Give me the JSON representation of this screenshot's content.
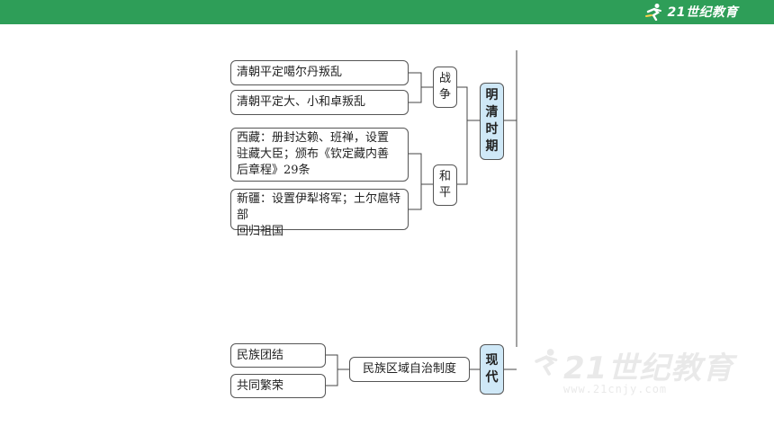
{
  "header": {
    "brand_color": "#2e9e58",
    "logo_text": "21世纪教育"
  },
  "diagram": {
    "periods": {
      "ming_qing": [
        "明",
        "清",
        "时",
        "期"
      ],
      "modern": [
        "现",
        "代"
      ]
    },
    "categories": {
      "war": [
        "战",
        "争"
      ],
      "peace": [
        "和",
        "平"
      ],
      "modern_policy": "民族区域自治制度"
    },
    "items": {
      "war_1": "清朝平定噶尔丹叛乱",
      "war_2": "清朝平定大、小和卓叛乱",
      "peace_tibet": [
        "西藏：册封达赖、班禅，设置",
        "驻藏大臣；颁布《钦定藏内善",
        "后章程》29条"
      ],
      "peace_xinjiang": [
        "新疆：设置伊犁将军；土尔扈特部",
        "回归祖国"
      ],
      "modern_1": "民族团结",
      "modern_2": "共同繁荣"
    },
    "accent_period_color": "#cfe8f7"
  },
  "watermark": {
    "text": "21世纪教育",
    "url": "www.21cnjy.com"
  }
}
